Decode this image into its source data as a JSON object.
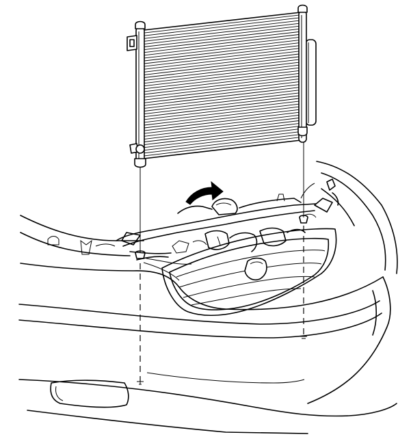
{
  "diagram": {
    "parts": [
      {
        "name": "condenser",
        "icon": "condenser-icon"
      },
      {
        "name": "receiver-dryer",
        "icon": "receiver-dryer-icon"
      },
      {
        "name": "front-bumper",
        "icon": "bumper-icon"
      },
      {
        "name": "front-grille",
        "icon": "grille-icon"
      },
      {
        "name": "radiator-support",
        "icon": "radiator-support-icon"
      }
    ],
    "line_color": "#000000",
    "background": "#ffffff"
  }
}
